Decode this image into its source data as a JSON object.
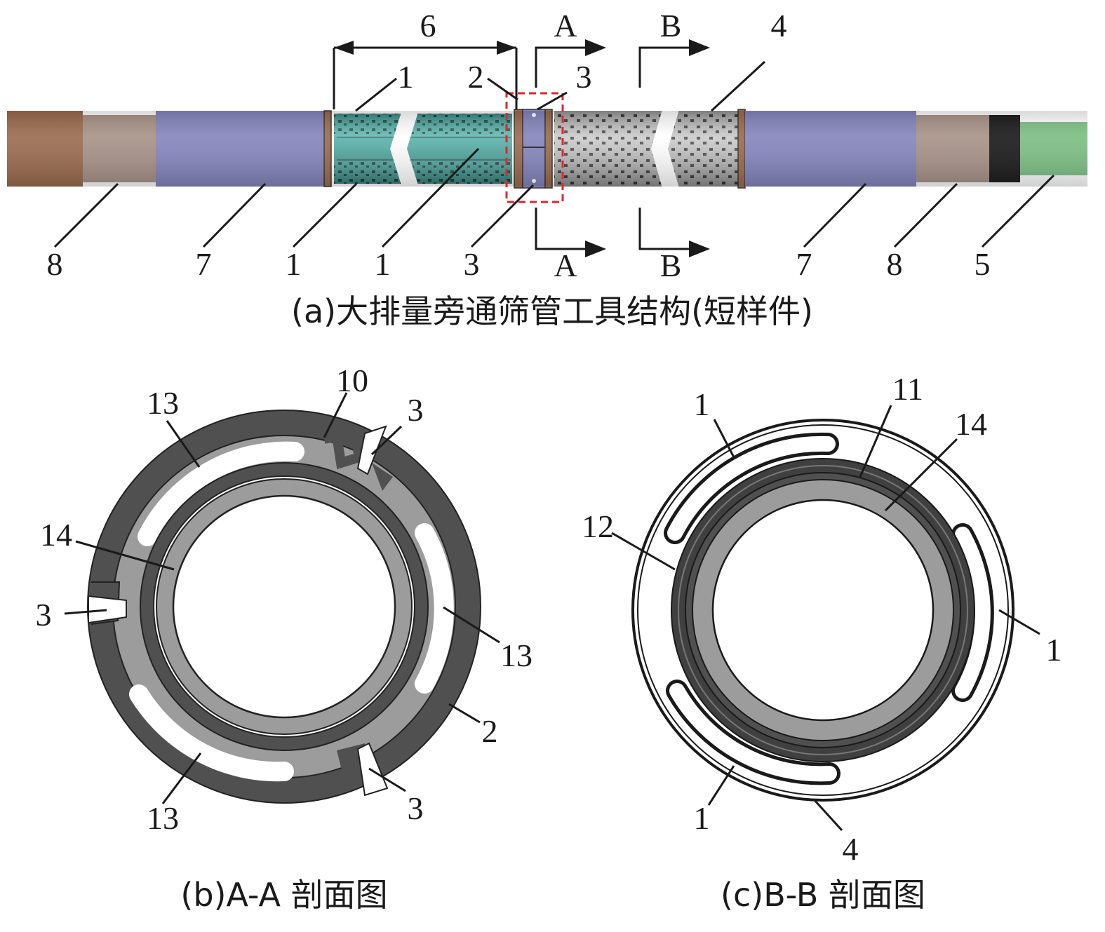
{
  "captions": {
    "a": "(a)大排量旁通筛管工具结构(短样件)",
    "b": "(b)A-A 剖面图",
    "c": "(c)B-B 剖面图"
  },
  "section_marks": {
    "a": "A",
    "b": "B"
  },
  "panel_a": {
    "top_labels": {
      "span": "6",
      "tube": "1",
      "ring": "2",
      "key": "3",
      "screen": "4"
    },
    "bottom_labels": [
      "8",
      "7",
      "1",
      "1",
      "3",
      "7",
      "8",
      "5"
    ]
  },
  "panel_b": {
    "labels": {
      "top_center": "10",
      "top_left": "13",
      "top_right": "3",
      "left_mid": "14",
      "left_slot": "3",
      "right_mid": "13",
      "right_low": "2",
      "bottom_left": "13",
      "bottom_right": "3"
    }
  },
  "panel_c": {
    "labels": {
      "top_left": "1",
      "top_center": "11",
      "top_right": "14",
      "left_mid": "12",
      "right_mid": "1",
      "bottom_left": "1",
      "bottom_center": "4"
    }
  },
  "colors": {
    "coupling_brown": "#9a6b4e",
    "coupling_grey": "#a79288",
    "pipe_blue": "#8585bd",
    "tube_teal": "#48aaa3",
    "screen_grey": "#bdbdbd",
    "pipe_green": "#7dbf84",
    "section_dark": "#505050",
    "section_light": "#9c9c9c",
    "highlight_red": "#e0262b"
  }
}
